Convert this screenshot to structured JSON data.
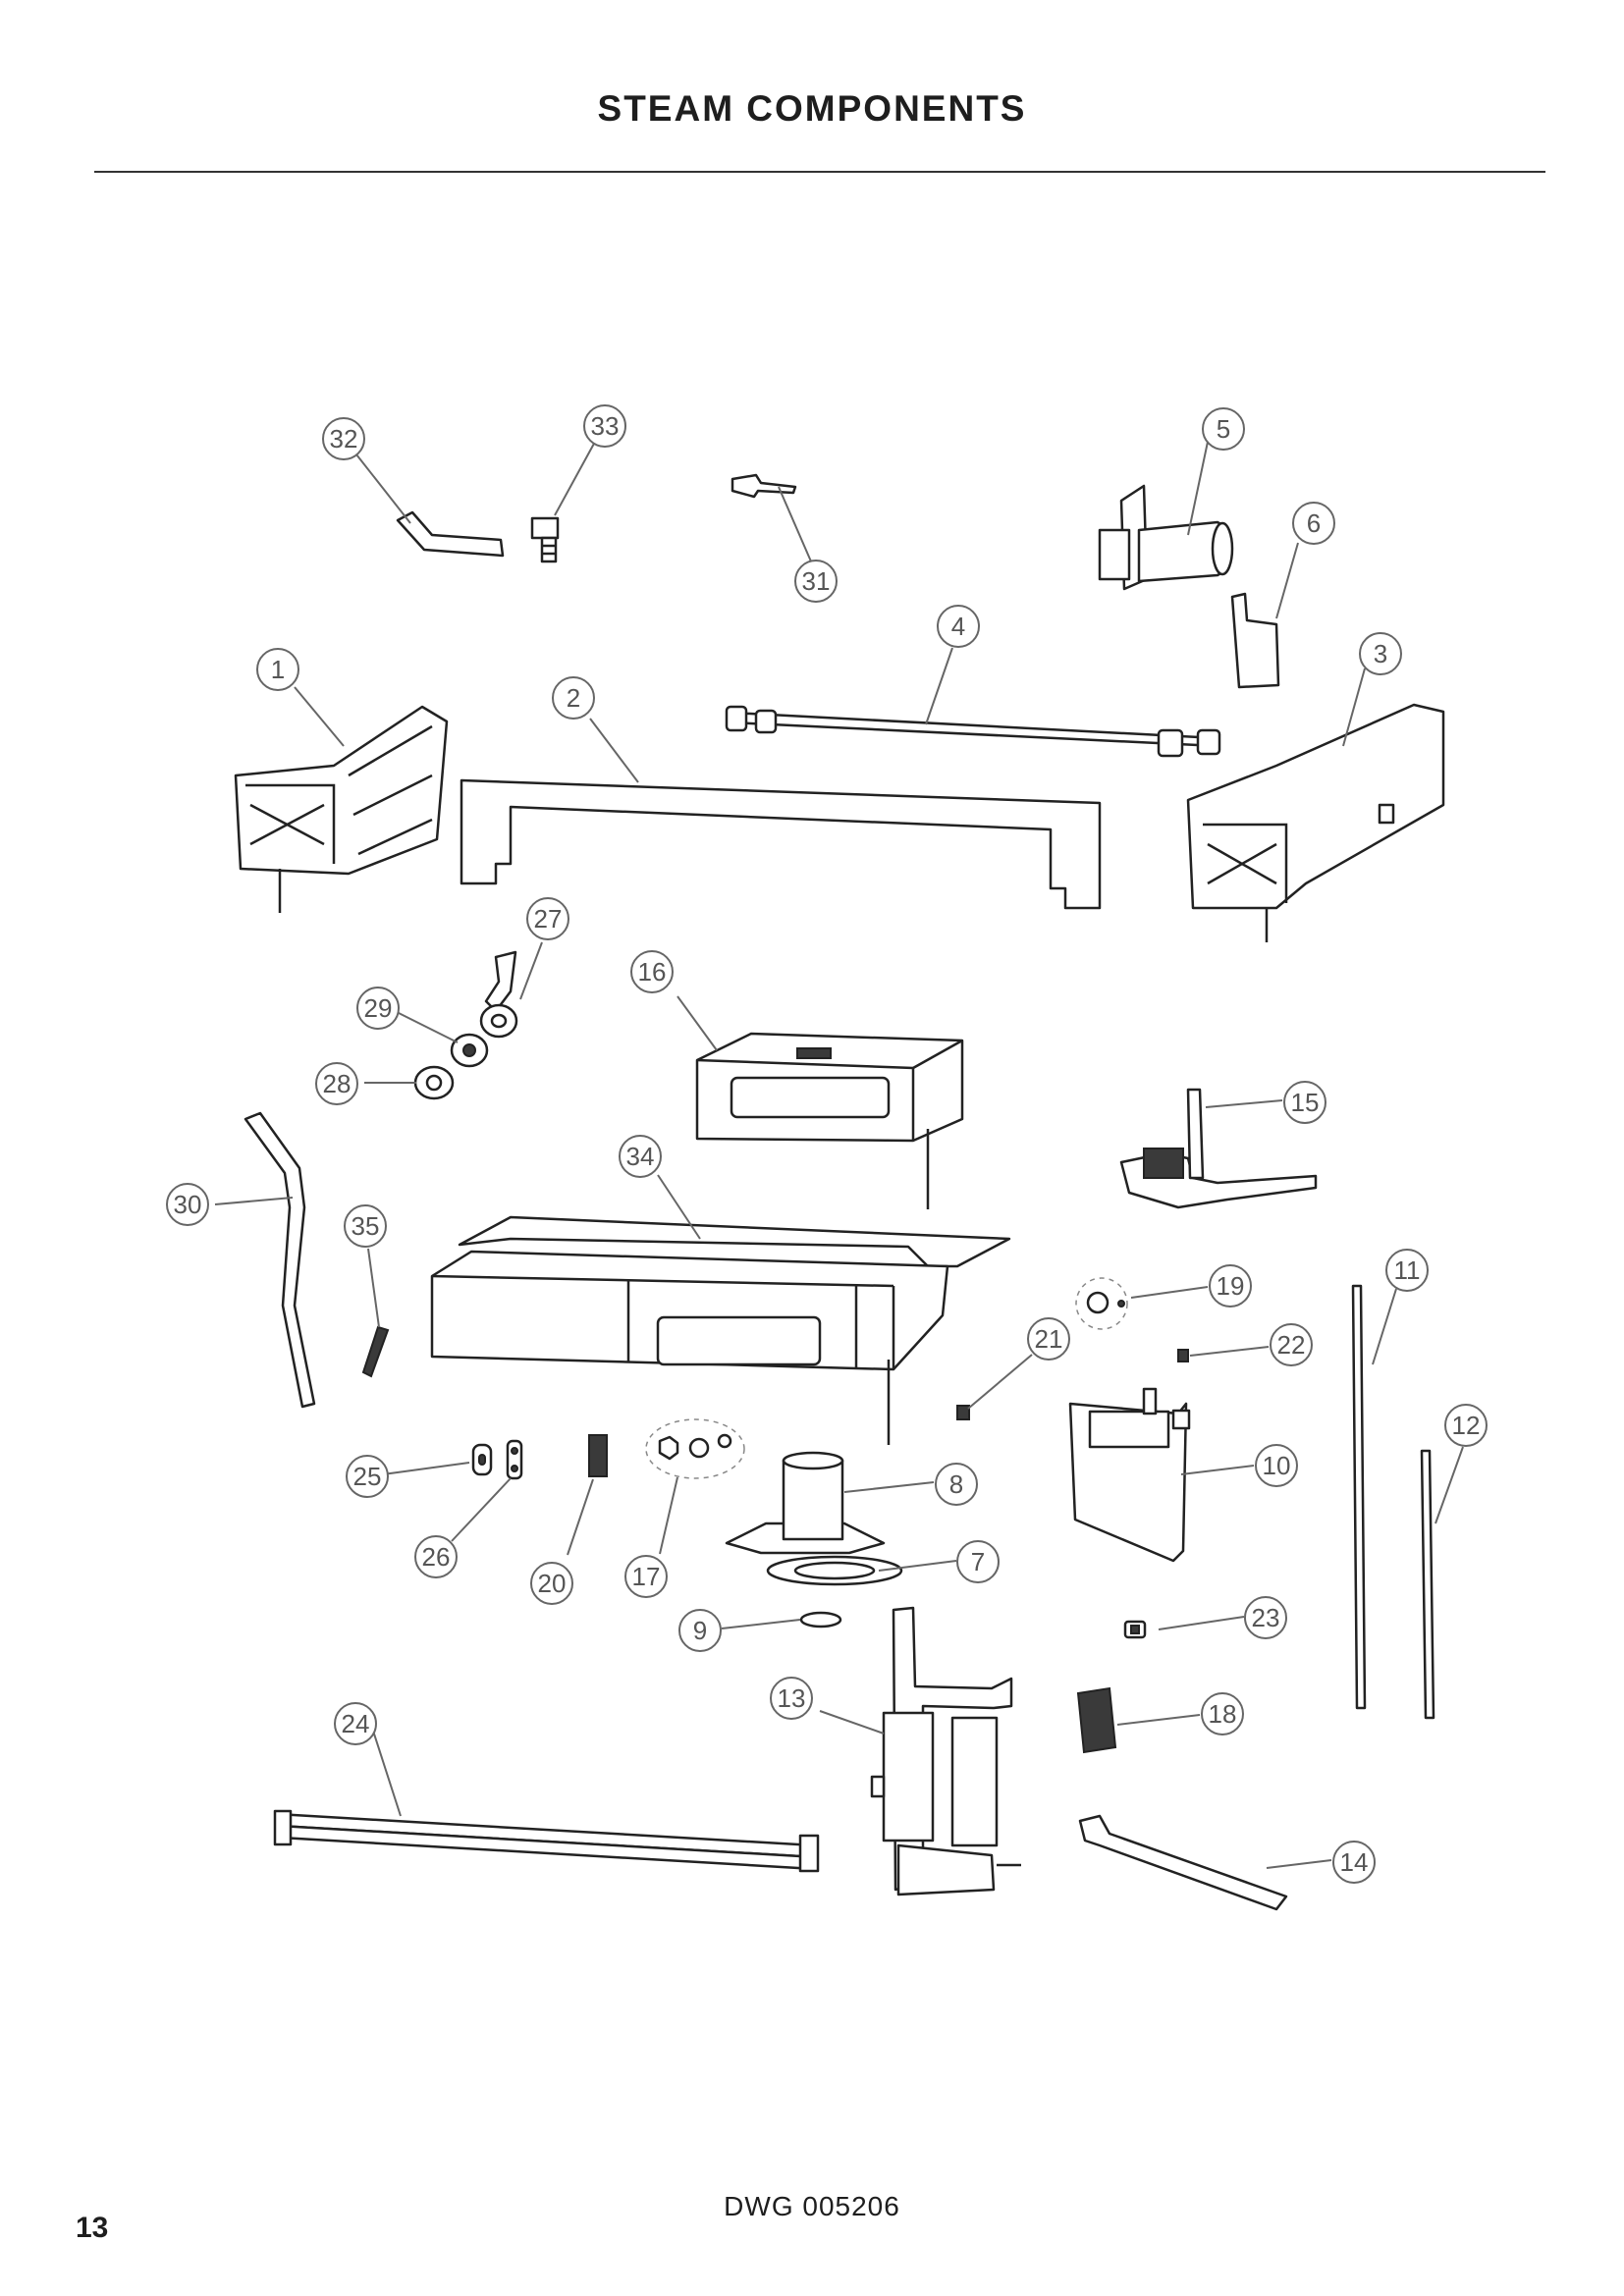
{
  "title": "STEAM COMPONENTS",
  "drawing_number": "DWG 005206",
  "page_number": "13",
  "callouts": [
    "1",
    "2",
    "3",
    "4",
    "5",
    "6",
    "7",
    "8",
    "9",
    "10",
    "11",
    "12",
    "13",
    "14",
    "15",
    "16",
    "17",
    "18",
    "19",
    "20",
    "21",
    "22",
    "23",
    "24",
    "25",
    "26",
    "27",
    "28",
    "29",
    "30",
    "31",
    "32",
    "33",
    "34",
    "35"
  ]
}
